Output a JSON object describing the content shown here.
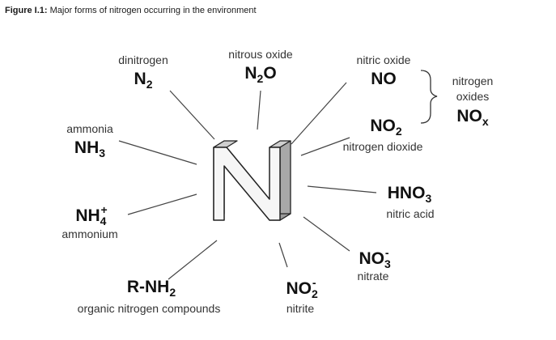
{
  "caption": {
    "prefix": "Figure I.1:",
    "text": " Major forms of nitrogen occurring in the environment"
  },
  "center_symbol": "N",
  "species": {
    "dinitrogen": {
      "name": "dinitrogen",
      "main": "N",
      "sub": "2"
    },
    "nitrous_oxide": {
      "name": "nitrous oxide",
      "main": "N",
      "sub": "2",
      "tail": "O"
    },
    "nitric_oxide": {
      "name": "nitric oxide",
      "main": "NO"
    },
    "nitrogen_dioxide": {
      "name": "nitrogen dioxide",
      "main": "NO",
      "sub": "2"
    },
    "nitrogen_oxides": {
      "name_line1": "nitrogen",
      "name_line2": "oxides",
      "main": "NO",
      "sub": "x"
    },
    "ammonia": {
      "name": "ammonia",
      "main": "NH",
      "sub": "3"
    },
    "ammonium": {
      "name": "ammonium",
      "main": "NH",
      "sub": "4",
      "sup": "+"
    },
    "nitric_acid": {
      "name": "nitric acid",
      "main": "HNO",
      "sub": "3"
    },
    "nitrate": {
      "name": "nitrate",
      "main": "NO",
      "sub": "3",
      "sup": "-"
    },
    "nitrite": {
      "name": "nitrite",
      "main": "NO",
      "sub": "2",
      "sup": "-"
    },
    "organic": {
      "name": "organic nitrogen compounds",
      "main": "R-NH",
      "sub": "2"
    }
  }
}
